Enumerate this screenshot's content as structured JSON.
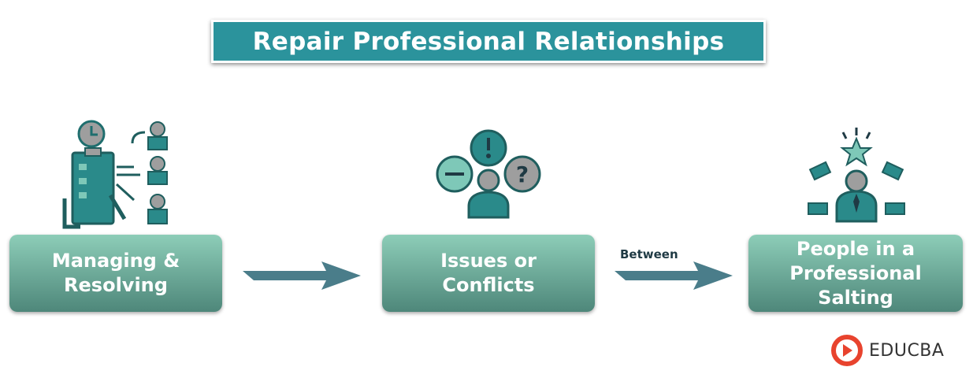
{
  "title": "Repair Professional Relationships",
  "steps": [
    {
      "line1": "Managing &",
      "line2": "Resolving",
      "icon": "task-delegation-icon"
    },
    {
      "line1": "Issues or",
      "line2": "Conflicts",
      "icon": "conflict-icon"
    },
    {
      "line1": "People in a",
      "line2": "Professional",
      "line3": "Salting",
      "icon": "team-appreciation-icon"
    }
  ],
  "connector_label": "Between",
  "brand": {
    "name": "EDUCBA",
    "color": "#e8432e"
  },
  "colors": {
    "title_bg": "#2b939c",
    "box_top": "#8dcdb8",
    "box_bottom": "#4e877a",
    "arrow": "#4a7d8a",
    "icon_teal": "#2a8a8a",
    "icon_gray": "#9e9e9e"
  }
}
